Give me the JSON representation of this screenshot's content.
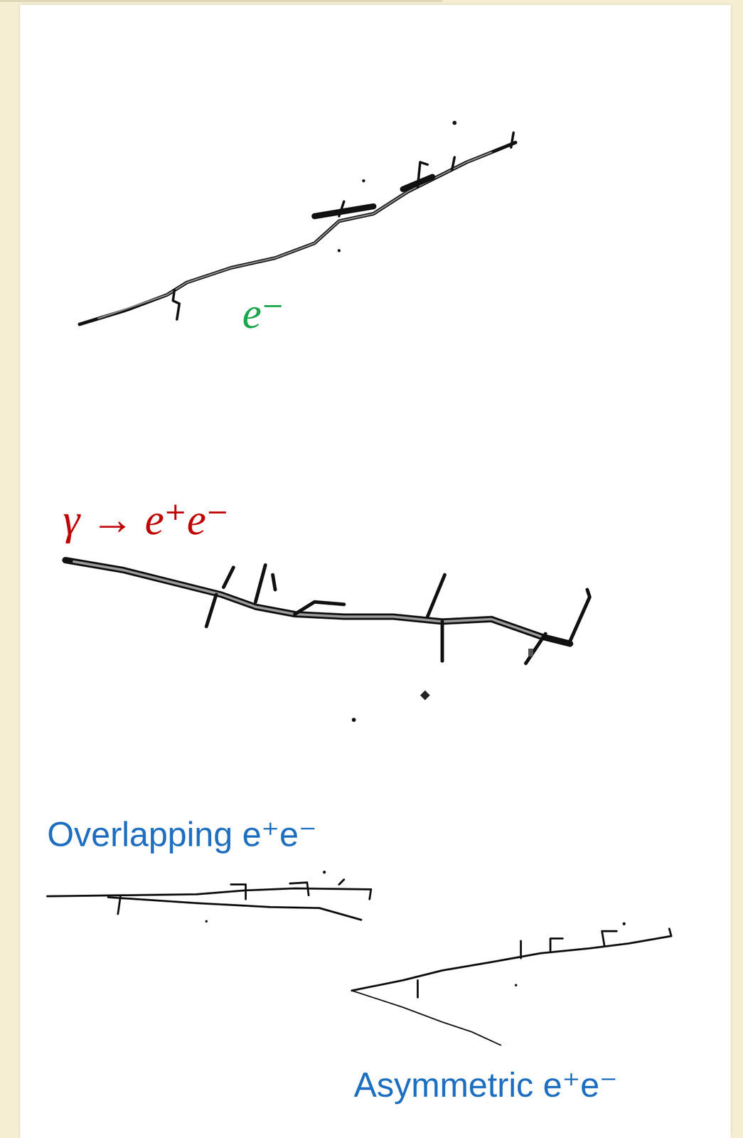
{
  "diagram": {
    "labels": [
      "e⁻",
      "γ → e⁺e⁻",
      "Overlapping e⁺e⁻",
      "Asymmetric e⁺e⁻"
    ]
  }
}
